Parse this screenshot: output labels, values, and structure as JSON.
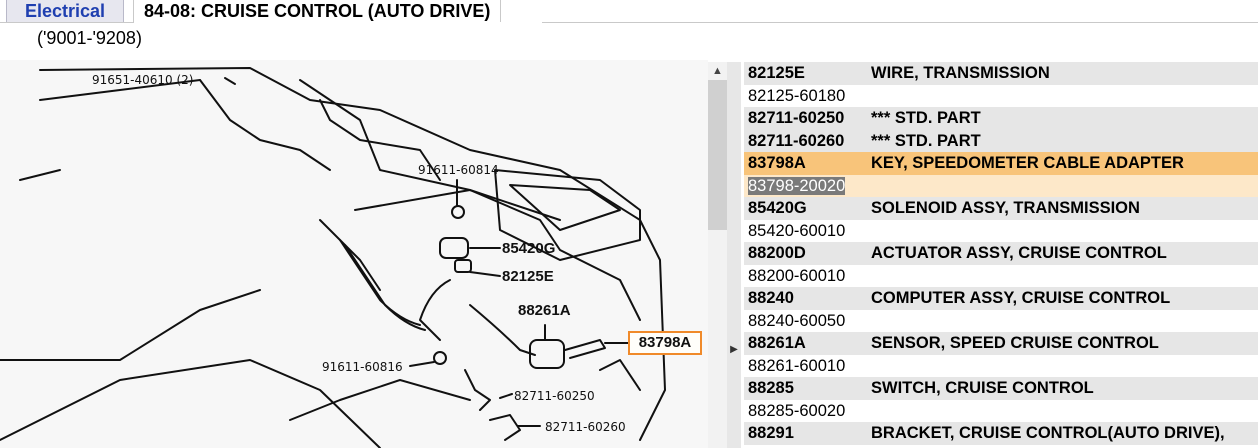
{
  "tabs": {
    "section": "Electrical",
    "title": "84-08: CRUISE CONTROL (AUTO DRIVE)"
  },
  "subtitle": "('9001-'9208)",
  "diagram": {
    "callouts": [
      "91651-40610 (2)",
      "91611-60814",
      "85420G",
      "82125E",
      "88261A",
      "83798A",
      "91611-60816",
      "82711-60250",
      "82711-60260"
    ]
  },
  "parts": [
    {
      "code": "82125E",
      "desc": "WIRE, TRANSMISSION",
      "type": "dark"
    },
    {
      "code": "82125-60180",
      "desc": "",
      "type": "light"
    },
    {
      "code": "82711-60250",
      "desc": "*** STD. PART",
      "type": "dark"
    },
    {
      "code": "82711-60260",
      "desc": "*** STD. PART",
      "type": "dark"
    },
    {
      "code": "83798A",
      "desc": "KEY, SPEEDOMETER CABLE ADAPTER",
      "type": "sel"
    },
    {
      "code": "83798-20020",
      "desc": "",
      "type": "sel-sub"
    },
    {
      "code": "85420G",
      "desc": "SOLENOID ASSY, TRANSMISSION",
      "type": "dark"
    },
    {
      "code": "85420-60010",
      "desc": "",
      "type": "light"
    },
    {
      "code": "88200D",
      "desc": "ACTUATOR ASSY, CRUISE CONTROL",
      "type": "dark"
    },
    {
      "code": "88200-60010",
      "desc": "",
      "type": "light"
    },
    {
      "code": "88240",
      "desc": "COMPUTER ASSY, CRUISE CONTROL",
      "type": "dark"
    },
    {
      "code": "88240-60050",
      "desc": "",
      "type": "light"
    },
    {
      "code": "88261A",
      "desc": "SENSOR, SPEED CRUISE CONTROL",
      "type": "dark"
    },
    {
      "code": "88261-60010",
      "desc": "",
      "type": "light"
    },
    {
      "code": "88285",
      "desc": "SWITCH, CRUISE CONTROL",
      "type": "dark"
    },
    {
      "code": "88285-60020",
      "desc": "",
      "type": "light"
    },
    {
      "code": "88291",
      "desc": "BRACKET, CRUISE CONTROL(AUTO DRIVE),",
      "type": "dark"
    }
  ],
  "icons": {
    "scroll_up": "chevron-up-icon",
    "splitter": "chevron-right-icon"
  }
}
